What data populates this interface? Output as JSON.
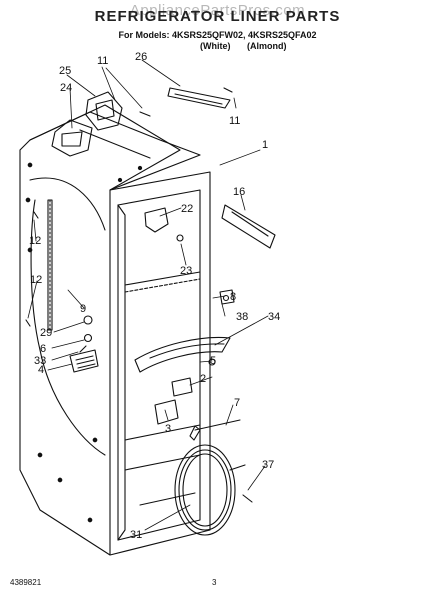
{
  "header": {
    "watermark": "AppliancePartsPros.com",
    "title": "REFRIGERATOR LINER PARTS",
    "models_line": "For Models: 4KSRS25QFW02, 4KSRS25QFA02",
    "variant_white": "(White)",
    "variant_almond": "(Almond)"
  },
  "callouts": [
    "1",
    "2",
    "3",
    "4",
    "5",
    "6",
    "7",
    "8",
    "9",
    "11",
    "11",
    "12",
    "12",
    "16",
    "22",
    "23",
    "24",
    "25",
    "26",
    "29",
    "31",
    "33",
    "34",
    "37",
    "38"
  ],
  "footer": {
    "doc_number": "4389821",
    "page_number": "3"
  },
  "colors": {
    "ink": "#111111",
    "watermark": "#b8b8b8",
    "background": "#ffffff"
  }
}
